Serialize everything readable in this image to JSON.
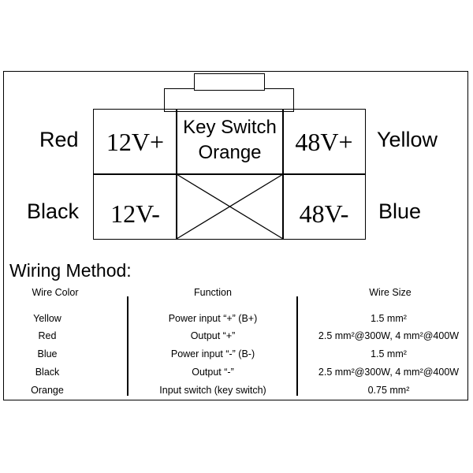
{
  "connector": {
    "top_left_voltage": "12V+",
    "top_right_voltage": "48V+",
    "bottom_left_voltage": "12V-",
    "bottom_right_voltage": "48V-",
    "center_top_line1": "Key Switch",
    "center_top_line2": "Orange",
    "wire_labels": {
      "red": "Red",
      "black": "Black",
      "yellow": "Yellow",
      "blue": "Blue"
    }
  },
  "wiring": {
    "heading": "Wiring Method:",
    "columns": [
      "Wire Color",
      "Function",
      "Wire Size"
    ],
    "rows": [
      {
        "color": "Yellow",
        "function": "Power input “+” (B+)",
        "size": "1.5 mm²"
      },
      {
        "color": "Red",
        "function": "Output “+”",
        "size": "2.5 mm²@300W, 4 mm²@400W"
      },
      {
        "color": "Blue",
        "function": "Power input “-” (B-)",
        "size": "1.5 mm²"
      },
      {
        "color": "Black",
        "function": "Output “-”",
        "size": "2.5 mm²@300W, 4 mm²@400W"
      },
      {
        "color": "Orange",
        "function": "Input switch (key switch)",
        "size": "0.75 mm²"
      }
    ]
  }
}
